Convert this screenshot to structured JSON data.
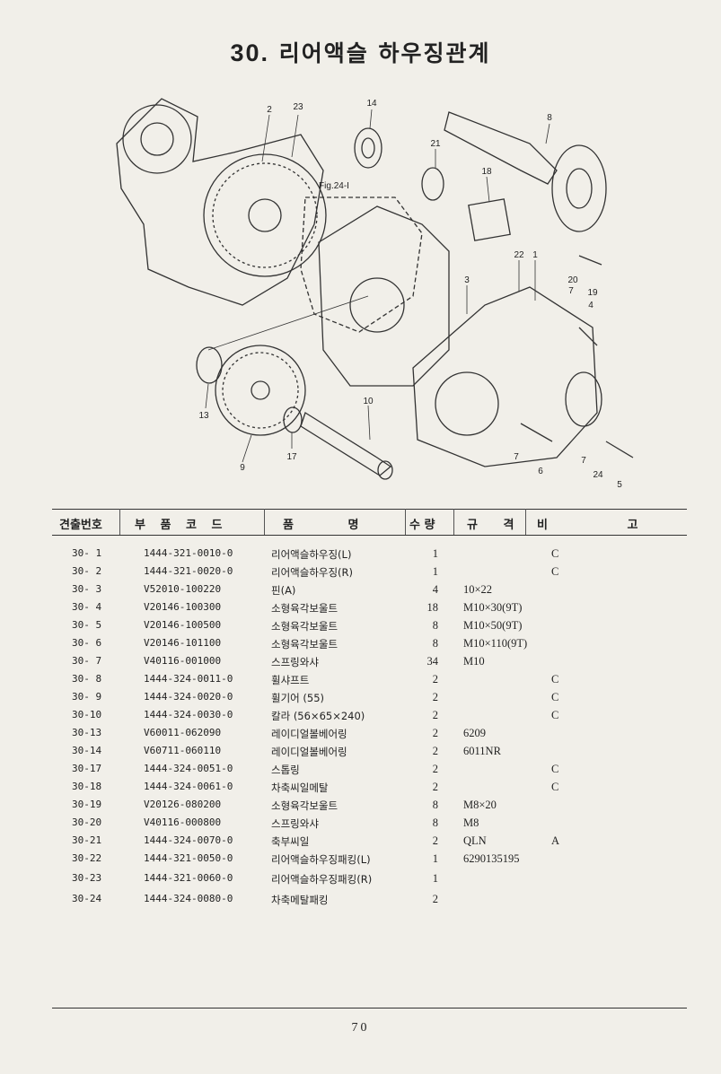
{
  "title": {
    "number": "30.",
    "text": "리어액슬 하우징관계"
  },
  "diagram": {
    "figure_ref": "Fig.24-I",
    "callouts": [
      "2",
      "23",
      "14",
      "8",
      "21",
      "18",
      "22",
      "1",
      "20",
      "19",
      "7",
      "4",
      "3",
      "13",
      "10",
      "9",
      "17",
      "7",
      "6",
      "7",
      "24",
      "5"
    ]
  },
  "table": {
    "headers": {
      "no": "견출번호",
      "part_code": "부 품 코 드",
      "name": "품 명",
      "qty": "수 량",
      "spec": "규 격",
      "remark": "비 고"
    },
    "rows": [
      {
        "no": "30- 1",
        "code": "1444-321-0010-0",
        "name": "리어액슬하우징(L)",
        "qty": "1",
        "spec": "",
        "remark": "C"
      },
      {
        "no": "30- 2",
        "code": "1444-321-0020-0",
        "name": "리어액슬하우징(R)",
        "qty": "1",
        "spec": "",
        "remark": "C"
      },
      {
        "no": "30- 3",
        "code": "V52010-100220",
        "name": "핀(A)",
        "qty": "4",
        "spec": "10×22",
        "remark": ""
      },
      {
        "no": "30- 4",
        "code": "V20146-100300",
        "name": "소형육각보울트",
        "qty": "18",
        "spec": "M10×30(9T)",
        "remark": ""
      },
      {
        "no": "30- 5",
        "code": "V20146-100500",
        "name": "소형육각보울트",
        "qty": "8",
        "spec": "M10×50(9T)",
        "remark": ""
      },
      {
        "no": "30- 6",
        "code": "V20146-101100",
        "name": "소형육각보울트",
        "qty": "8",
        "spec": "M10×110(9T)",
        "remark": ""
      },
      {
        "no": "30- 7",
        "code": "V40116-001000",
        "name": "스프링와샤",
        "qty": "34",
        "spec": "M10",
        "remark": ""
      },
      {
        "no": "30- 8",
        "code": "1444-324-0011-0",
        "name": "휠샤프트",
        "qty": "2",
        "spec": "",
        "remark": "C"
      },
      {
        "no": "30- 9",
        "code": "1444-324-0020-0",
        "name": "휠기어 (55)",
        "qty": "2",
        "spec": "",
        "remark": "C"
      },
      {
        "no": "30-10",
        "code": "1444-324-0030-0",
        "name": "칼라 (56×65×240)",
        "qty": "2",
        "spec": "",
        "remark": "C"
      },
      {
        "no": "30-13",
        "code": "V60011-062090",
        "name": "레이디얼볼베어링",
        "qty": "2",
        "spec": "6209",
        "remark": ""
      },
      {
        "no": "30-14",
        "code": "V60711-060110",
        "name": "레이디얼볼베어링",
        "qty": "2",
        "spec": "6011NR",
        "remark": ""
      },
      {
        "no": "30-17",
        "code": "1444-324-0051-0",
        "name": "스톱링",
        "qty": "2",
        "spec": "",
        "remark": "C"
      },
      {
        "no": "30-18",
        "code": "1444-324-0061-0",
        "name": "차축씨일메탈",
        "qty": "2",
        "spec": "",
        "remark": "C"
      },
      {
        "no": "30-19",
        "code": "V20126-080200",
        "name": "소형육각보울트",
        "qty": "8",
        "spec": "M8×20",
        "remark": ""
      },
      {
        "no": "30-20",
        "code": "V40116-000800",
        "name": "스프링와샤",
        "qty": "8",
        "spec": "M8",
        "remark": ""
      },
      {
        "no": "30-21",
        "code": "1444-324-0070-0",
        "name": "축부씨일",
        "qty": "2",
        "spec": "QLN",
        "remark": "A"
      },
      {
        "no": "30-22",
        "code": "1444-321-0050-0",
        "name": "리어액슬하우징패킹(L)",
        "qty": "1",
        "spec": "6290135195",
        "remark": ""
      },
      {
        "no": "30-23",
        "code": "1444-321-0060-0",
        "name": "리어액슬하우징패킹(R)",
        "qty": "1",
        "spec": "",
        "remark": ""
      },
      {
        "no": "30-24",
        "code": "1444-324-0080-0",
        "name": "차축메탈패킹",
        "qty": "2",
        "spec": "",
        "remark": ""
      }
    ]
  },
  "page_number": "70"
}
